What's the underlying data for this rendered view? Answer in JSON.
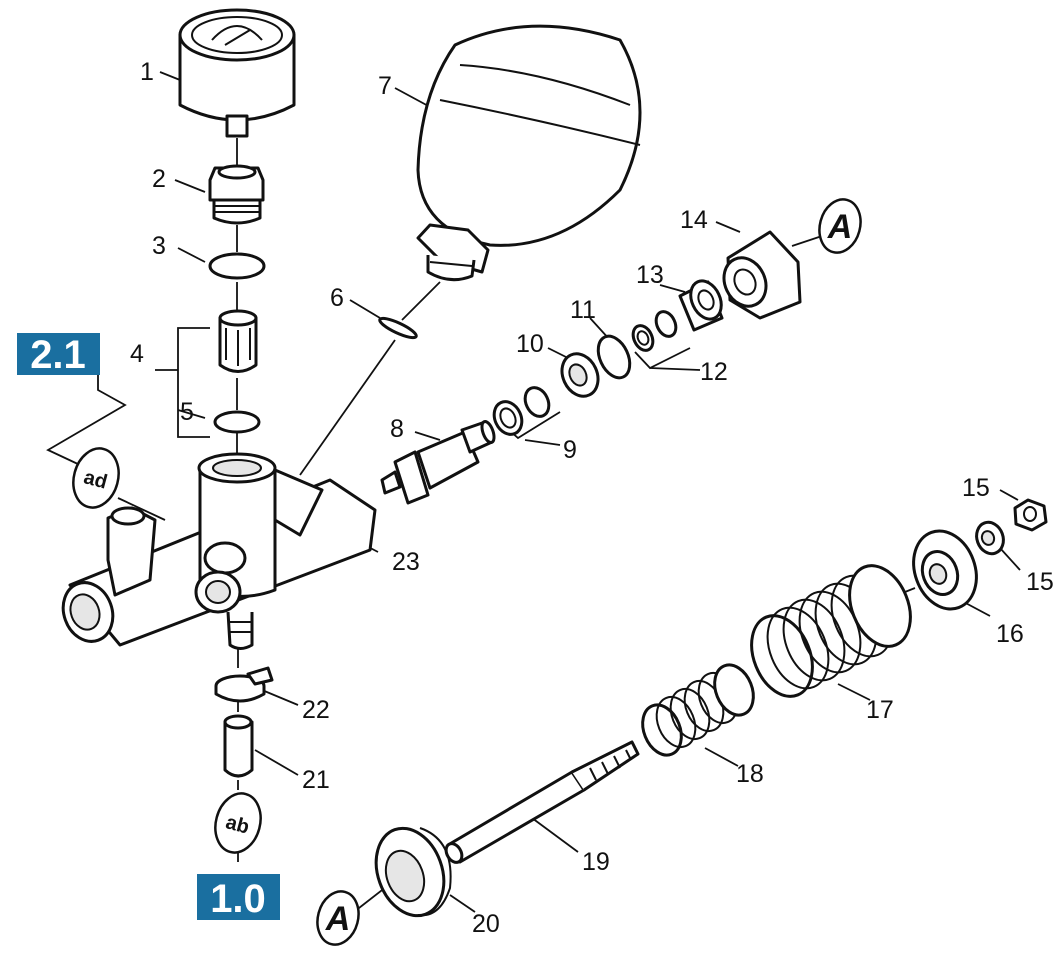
{
  "badges": [
    {
      "id": "group-2-1",
      "text": "2.1",
      "color": "#1a6fa0"
    },
    {
      "id": "group-1-0",
      "text": "1.0",
      "color": "#1a6fa0"
    }
  ],
  "connectors": {
    "ad": "ad",
    "ab": "ab",
    "A_top": "A",
    "A_bottom": "A"
  },
  "part_numbers": {
    "p1": "1",
    "p2": "2",
    "p3": "3",
    "p4": "4",
    "p5": "5",
    "p6": "6",
    "p7": "7",
    "p8": "8",
    "p9": "9",
    "p10": "10",
    "p11": "11",
    "p12": "12",
    "p13": "13",
    "p14": "14",
    "p15a": "15",
    "p15b": "15",
    "p16": "16",
    "p17": "17",
    "p18": "18",
    "p19": "19",
    "p20": "20",
    "p21": "21",
    "p22": "22",
    "p23": "23"
  },
  "colors": {
    "line": "#111111",
    "badge": "#1a6fa0",
    "background": "#ffffff"
  }
}
